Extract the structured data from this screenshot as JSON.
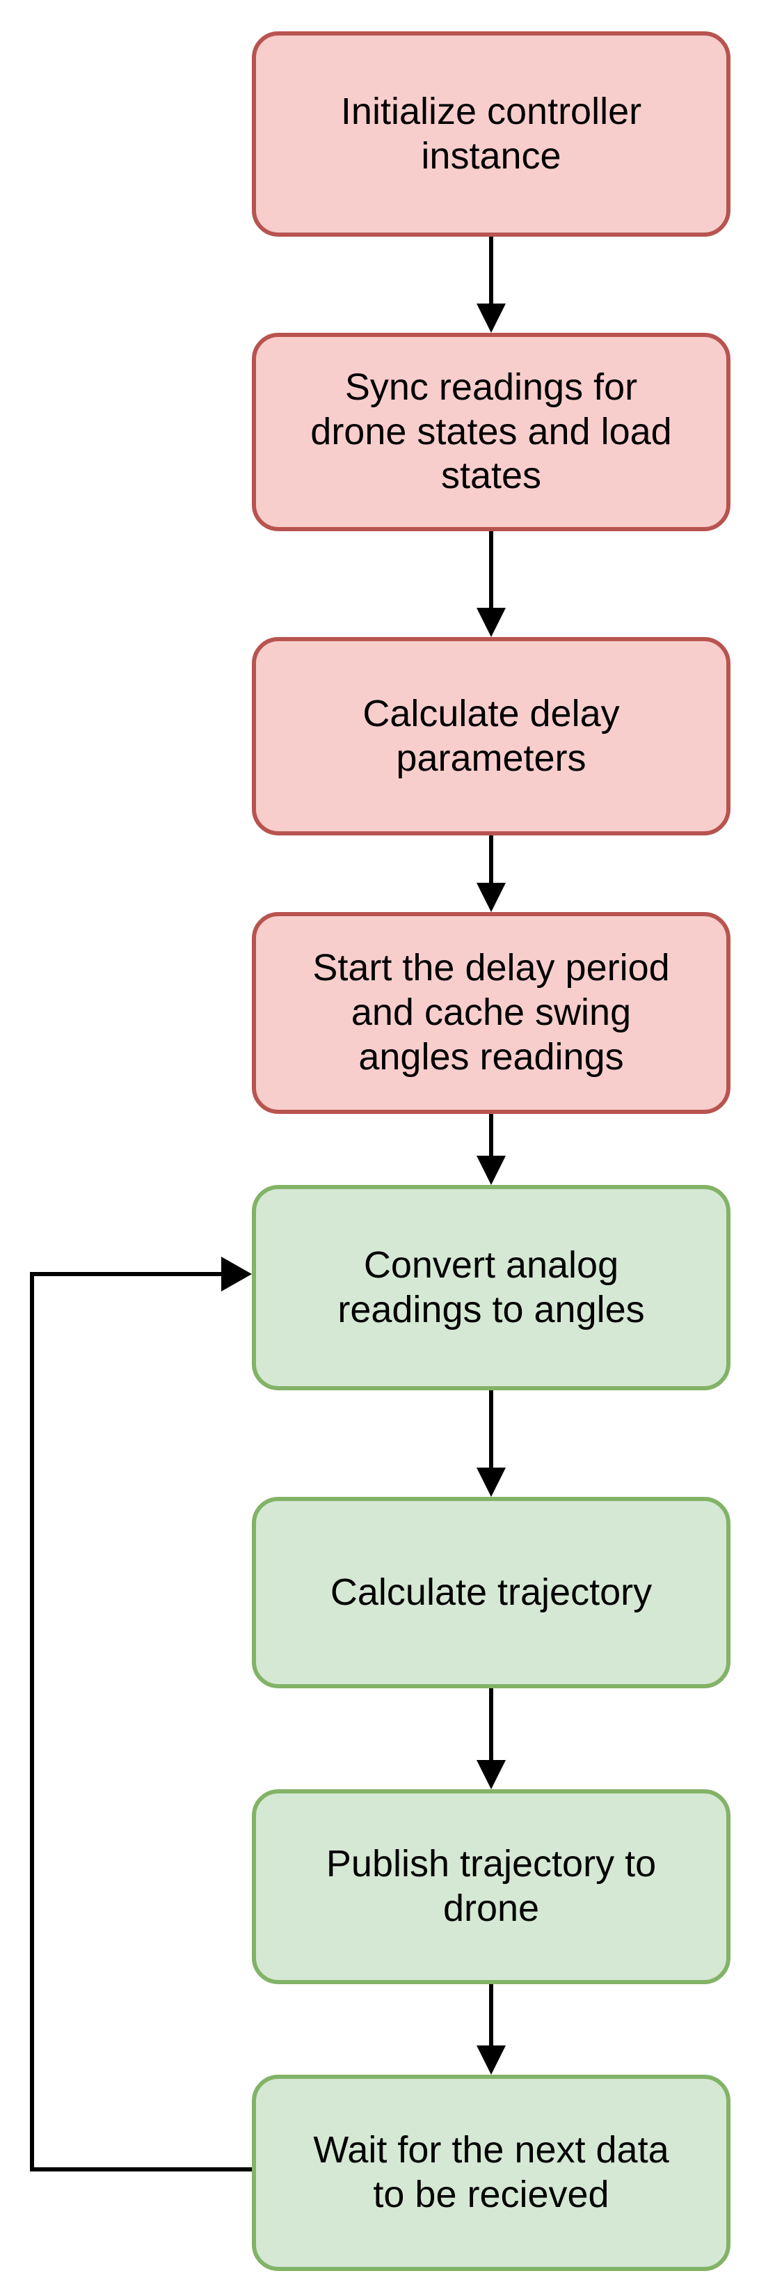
{
  "diagram": {
    "type": "flowchart",
    "direction": "top-down",
    "colors": {
      "red_fill": "#f8cecc",
      "red_border": "#b85450",
      "green_fill": "#d5e8d4",
      "green_border": "#82b366",
      "arrow": "#000000",
      "text": "#000000",
      "background": "#ffffff"
    },
    "nodes": [
      {
        "id": "initialize",
        "label": "Initialize controller\ninstance",
        "color": "red"
      },
      {
        "id": "sync",
        "label": "Sync readings for\ndrone states and load\nstates",
        "color": "red"
      },
      {
        "id": "calc-delay",
        "label": "Calculate delay\nparameters",
        "color": "red"
      },
      {
        "id": "start-delay",
        "label": "Start the delay period\nand cache swing\nangles readings",
        "color": "red"
      },
      {
        "id": "convert",
        "label": "Convert analog\nreadings to angles",
        "color": "green"
      },
      {
        "id": "calc-trajectory",
        "label": "Calculate trajectory",
        "color": "green"
      },
      {
        "id": "publish",
        "label": "Publish trajectory to\ndrone",
        "color": "green"
      },
      {
        "id": "wait",
        "label": "Wait for the next data\nto be recieved",
        "color": "green"
      }
    ],
    "edges": [
      {
        "from": "initialize",
        "to": "sync",
        "type": "straight-down"
      },
      {
        "from": "sync",
        "to": "calc-delay",
        "type": "straight-down"
      },
      {
        "from": "calc-delay",
        "to": "start-delay",
        "type": "straight-down"
      },
      {
        "from": "start-delay",
        "to": "convert",
        "type": "straight-down"
      },
      {
        "from": "convert",
        "to": "calc-trajectory",
        "type": "straight-down"
      },
      {
        "from": "calc-trajectory",
        "to": "publish",
        "type": "straight-down"
      },
      {
        "from": "publish",
        "to": "wait",
        "type": "straight-down"
      },
      {
        "from": "wait",
        "to": "convert",
        "type": "loop-back-left"
      }
    ]
  }
}
